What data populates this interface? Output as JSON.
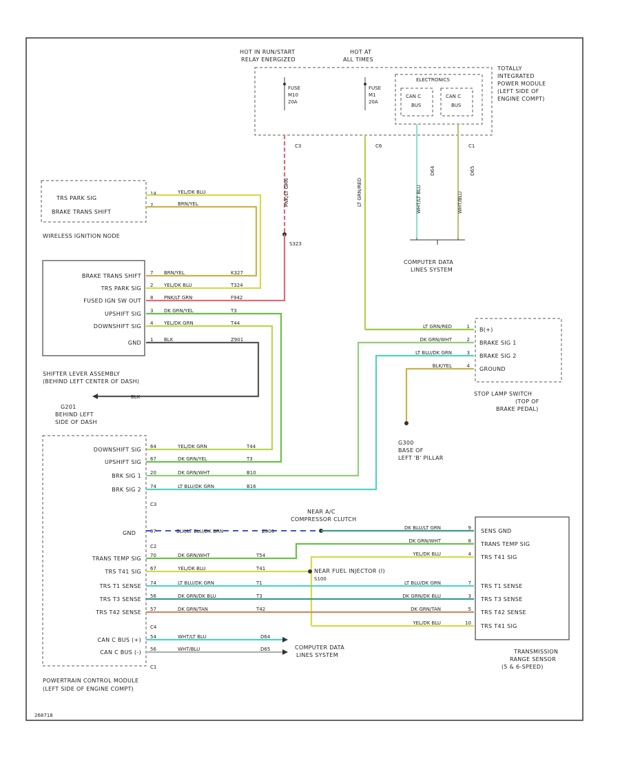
{
  "colors": {
    "yel_blu": "#d8d84a",
    "brn_yel": "#c9b24a",
    "pnk_red": "#e06a78",
    "dg_grn": "#6abf4b",
    "yel_grn": "#b8d84a",
    "blk": "#555555",
    "lt_grn": "#9ccc3a",
    "dg_wht": "#8fcf7a",
    "lt_blu": "#4fd3c4",
    "wht_yel": "#8fe0d0",
    "wht_blu": "#b0b0b0",
    "blu_blk": "#3355cc",
    "dg_blu": "#3a9a8a",
    "dg_brn": "#c98a6a"
  },
  "top": {
    "hot_relay": "HOT IN RUN/START",
    "hot_relay2": "RELAY ENERGIZED",
    "hot_all": "HOT AT",
    "hot_all2": "ALL TIMES",
    "fuse_a_label": "FUSE",
    "fuse_a_num": "M10",
    "fuse_a_amp": "20A",
    "fuse_b_label": "FUSE",
    "fuse_b_num": "M1",
    "fuse_b_amp": "20A",
    "electronics": "ELECTRONICS",
    "can_c_1": "CAN C",
    "bus_1": "BUS",
    "can_c_2": "CAN C",
    "bus_2": "BUS",
    "tipm_1": "TOTALLY",
    "tipm_2": "INTEGRATED",
    "tipm_3": "POWER MODULE",
    "tipm_4": "(LEFT SIDE OF",
    "tipm_5": "ENGINE COMPT)",
    "c_left": "C3",
    "c_mid": "C6",
    "c_right": "C1"
  },
  "wireless": {
    "trs_park": "TRS PARK SIG",
    "brake_trans": "BRAKE TRANS SHIFT",
    "title": "WIRELESS IGNITION NODE",
    "pin1": "14",
    "pin2": "7",
    "wire1": "YEL/DK BLU",
    "wire2": "BRN/YEL"
  },
  "splice": {
    "s323": "S323"
  },
  "cdl_top": {
    "line1": "COMPUTER DATA",
    "line2": "LINES SYSTEM"
  },
  "shifter": {
    "rows": [
      "BRAKE TRANS SHIFT",
      "TRS PARK SIG",
      "FUSED IGN SW OUT",
      "UPSHIFT SIG",
      "DOWNSHIFT SIG",
      "GND"
    ],
    "pins": [
      "7",
      "2",
      "8",
      "3",
      "4",
      "1"
    ],
    "wires": [
      "BRN/YEL",
      "YEL/DK BLU",
      "PNK/LT GRN",
      "DK GRN/YEL",
      "YEL/DK GRN",
      "BLK"
    ],
    "codes": [
      "K327",
      "T324",
      "F942",
      "T3",
      "T44",
      "Z901"
    ],
    "title1": "SHIFTER LEVER ASSEMBLY",
    "title2": "(BEHIND LEFT CENTER OF DASH)"
  },
  "gnd1": {
    "wire": "BLK",
    "l1": "G201",
    "l2": "BEHIND LEFT",
    "l3": "SIDE OF DASH"
  },
  "wire_vert": {
    "pnk": "PNK/LT GRN",
    "ltgrn": "LT GRN/RED",
    "cdl1": "WHT/LT BLU",
    "cdl2": "WHT/BLU",
    "c2": "D65",
    "c3": "D64"
  },
  "stop_lamp": {
    "rows": [
      "B(+)",
      "BRAKE SIG 1",
      "BRAKE SIG 2",
      "GROUND"
    ],
    "pins": [
      "1",
      "2",
      "3",
      "4"
    ],
    "wires": [
      "LT GRN/RED",
      "DK GRN/WHT",
      "LT BLU/DK GRN",
      "BLK/YEL"
    ],
    "title1": "STOP LAMP SWITCH",
    "title2": "(TOP OF",
    "title3": "BRAKE PEDAL)"
  },
  "gnd2": {
    "l1": "G300",
    "l2": "BASE OF",
    "l3": "LEFT 'B' PILLAR"
  },
  "pcm": {
    "rows1": [
      "DOWNSHIFT SIG",
      "UPSHIFT SIG",
      "BRK SIG 1",
      "BRK SIG 2"
    ],
    "pins1": [
      "64",
      "67",
      "20",
      "74"
    ],
    "wires1": [
      "YEL/DK GRN",
      "DK GRN/YEL",
      "DK GRN/WHT",
      "LT BLU/DK GRN"
    ],
    "codes1": [
      "T44",
      "T3",
      "B10",
      "B16"
    ],
    "c3": "C3",
    "gnd_label": "GND",
    "gnd_pin": "87",
    "gnd_wire": "BLK/LT BLU/DK BRN",
    "gnd_code": "Z900",
    "c2": "C2",
    "rows2": [
      "TRANS TEMP SIG",
      "TRS T41 SIG",
      "TRS T1 SENSE",
      "TRS T3 SENSE",
      "TRS T42 SENSE"
    ],
    "pins2": [
      "70",
      "67",
      "74",
      "56",
      "57"
    ],
    "wires2": [
      "DK GRN/WHT",
      "YEL/DK BLU",
      "LT BLU/DK GRN",
      "DK GRN/DK BLU",
      "DK GRN/TAN"
    ],
    "codes2": [
      "T54",
      "T41",
      "T1",
      "T3",
      "T42"
    ],
    "c4": "C4",
    "rows3": [
      "CAN C BUS (+)",
      "CAN C BUS (-)"
    ],
    "pins3": [
      "54",
      "56"
    ],
    "wires3": [
      "WHT/LT BLU",
      "WHT/BLU"
    ],
    "codes3": [
      "D64",
      "D65"
    ],
    "c1": "C1",
    "title1": "POWERTRAIN CONTROL MODULE",
    "title2": "(LEFT SIDE OF ENGINE COMPT)"
  },
  "acc": {
    "l1": "NEAR A/C",
    "l2": "COMPRESSOR CLUTCH"
  },
  "near_inj": {
    "l1": "NEAR FUEL INJECTOR (I)",
    "l2": "S100"
  },
  "cdl_bot": {
    "line1": "COMPUTER DATA",
    "line2": "LINES SYSTEM"
  },
  "trs": {
    "rows": [
      "SENS GND",
      "TRANS TEMP SIG",
      "TRS T41 SIG",
      "TRS T1 SENSE",
      "TRS T3 SENSE",
      "TRS T42 SENSE",
      "TRS T41 SIG"
    ],
    "pins": [
      "9",
      "8",
      "4",
      "7",
      "3",
      "5",
      "10"
    ],
    "right_wires": [
      "DK BLU/LT GRN",
      "DK GRN/WHT",
      "YEL/DK BLU",
      "LT BLU/DK GRN",
      "DK GRN/DK BLU",
      "DK GRN/TAN",
      "YEL/DK BLU"
    ],
    "title1": "TRANSMISSION",
    "title2": "RANGE SENSOR",
    "title3": "(5 & 6-SPEED)"
  },
  "footer": {
    "code": "268718"
  }
}
